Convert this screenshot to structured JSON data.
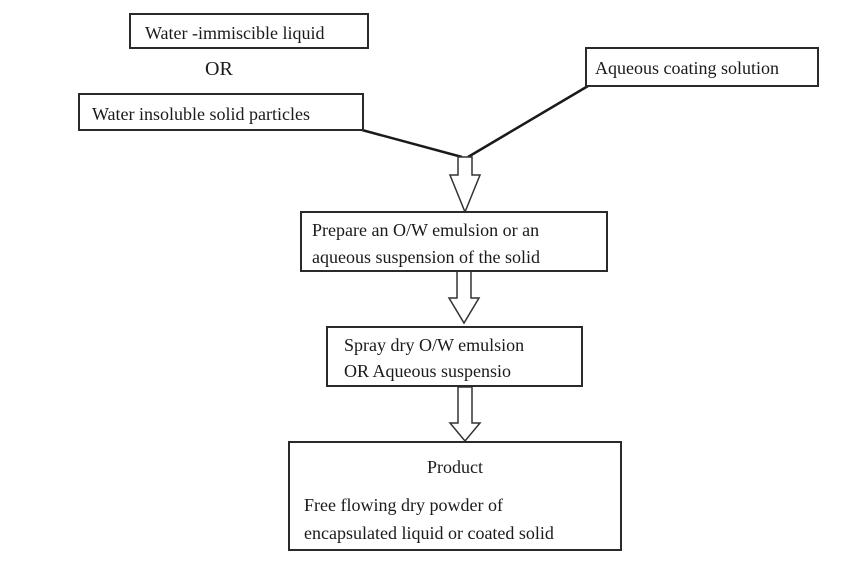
{
  "diagram": {
    "inputs": {
      "liquid": "Water -immiscible liquid",
      "or": "OR",
      "solid": "Water insoluble solid particles",
      "coating": "Aqueous coating solution"
    },
    "steps": [
      {
        "lines": [
          "Prepare an O/W emulsion or an",
          "aqueous suspension of the solid"
        ]
      },
      {
        "lines": [
          "Spray dry O/W emulsion",
          "OR Aqueous suspensio"
        ]
      }
    ],
    "product": {
      "title": "Product",
      "lines": [
        "Free flowing dry powder of",
        "encapsulated liquid or coated solid"
      ]
    },
    "colors": {
      "stroke": "#2a2a2a",
      "background": "#ffffff"
    }
  }
}
